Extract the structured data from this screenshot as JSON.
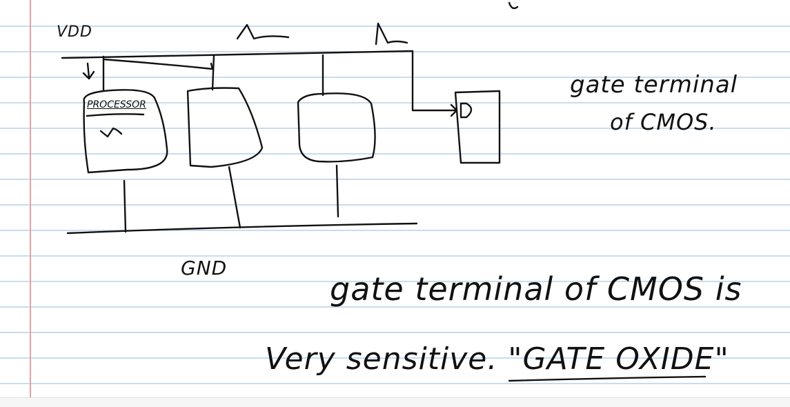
{
  "labels": {
    "vdd": "VDD",
    "processor": "PROCESSOR",
    "gnd": "GND"
  },
  "notes": {
    "side_line1": "gate terminal",
    "side_line2": "of CMOS.",
    "main_line1": "gate terminal of CMOS is",
    "main_line2": "Very sensitive. \"GATE OXIDE\""
  },
  "colors": {
    "ink": "#111111",
    "ruled_line": "#c7dcee",
    "margin_line": "#e8a0a0",
    "paper": "#ffffff"
  }
}
